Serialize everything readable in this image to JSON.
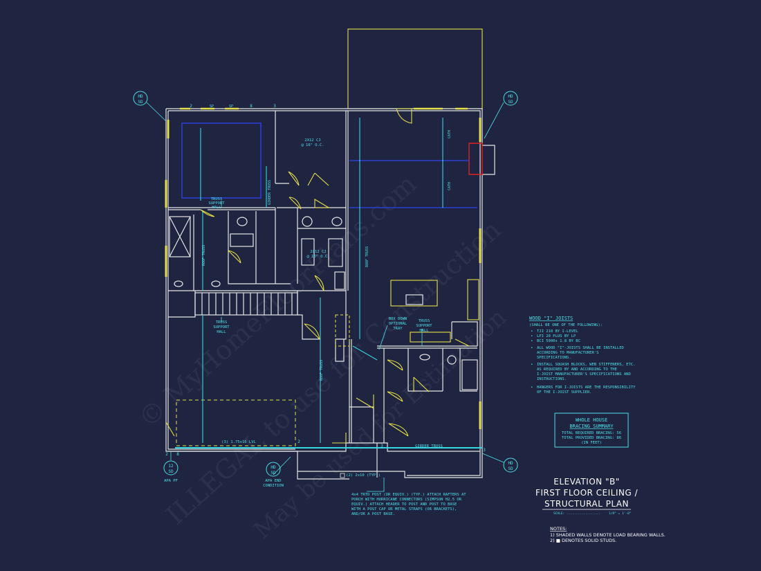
{
  "watermark": {
    "line1": "© MyHomeFloorPlans.com",
    "line2": "ILLEGAL to use for Construction",
    "line3": "May be used for Estimation"
  },
  "grid_marks": {
    "hd_sd_top_left": [
      "HD",
      "SD"
    ],
    "hd_sd_top_right": [
      "HD",
      "SD"
    ],
    "hd_sd_right": [
      "HD",
      "SD"
    ],
    "bottom_left": [
      "12",
      "SD"
    ],
    "bottom_mid": [
      "HD",
      "SD"
    ],
    "afa_pf": "APA PF",
    "afa_end_1": "APA END",
    "afa_end_2": "CONDITION",
    "n2": "2",
    "n3": "3",
    "n8": "8",
    "sp": "SP"
  },
  "plan_labels": {
    "joist_top_1": "2X12 CJ",
    "joist_top_2": "@ 16\" O.C.",
    "joist_mid_1": "2X12 CJ",
    "joist_mid_2": "@ 16\" O.C.",
    "girder_truss": "GIRDER TRUSS",
    "truss_support_hall_1": [
      "TRUSS",
      "SUPPORT",
      "HALL"
    ],
    "truss_support_hall_2": [
      "TRUSS",
      "SUPPORT",
      "HALL"
    ],
    "truss_support_hall_3": [
      "TRUSS",
      "SUPPORT",
      "HALL"
    ],
    "roof_truss": "ROOF TRUSS",
    "box_down_1": "BOX DOWN",
    "box_down_2": "OPTIONAL",
    "box_down_3": "TRAY",
    "lvl": "(3) 1.75x16 LVL",
    "girder_truss_bottom": "GIRDER TRUSS",
    "cath": "CATH",
    "post_label": "(2) 2x10 (TYP.)",
    "post_note": [
      "4x4 TRTD POST (OR EQUIV.) (TYP.) ATTACH RAFTERS AT",
      "PORCH WITH HURRICANE CONNECTORS (SIMPSON H2.5 OR",
      "EQUIV.) ATTACH HEADER TO POST AND POST TO BASE",
      "WITH A POST CAP OR METAL STRAPS (OR BRACKETS),",
      "AND/OR A POST BASE."
    ]
  },
  "wood_joists": {
    "title": "WOOD \"I\" JOISTS",
    "subtitle": "(SHALL BE ONE OF THE FOLLOWING):",
    "items": [
      "TJI 210 BY I-LEVEL",
      "LPI 20 PLUS BY LP",
      "BCI 5000s 1.8 BY BC"
    ],
    "notes": [
      [
        "ALL WOOD \"I\"-JOISTS SHALL BE INSTALLED",
        "ACCORDING TO MANUFACTURER'S",
        "SPECIFICATIONS."
      ],
      [
        "INSTALL SQUASH BLOCKS, WEB STIFFENERS, ETC.",
        "AS REQUIRED BY AND ACCORDING TO THE",
        "I-JOIST MANUFACTURER'S SPECIFICATIONS AND",
        "INSTRUCTIONS."
      ],
      [
        "HANGERS FOR I-JOISTS ARE THE RESPONSIBILITY",
        "OF THE I-JOIST SUPPLIER."
      ]
    ]
  },
  "bracing": {
    "title1": "WHOLE HOUSE",
    "title2": "BRACING SUMMARY",
    "line1": "TOTAL REQUIRED BRACING: 56",
    "line2": "TOTAL PROVIDED BRACING: 86",
    "line3": "(IN FEET)"
  },
  "title_block": {
    "line1": "ELEVATION \"B\"",
    "line2": "FIRST FLOOR CEILING /",
    "line3": "STRUCTURAL PLAN",
    "scale_label": "SCALE: ..................",
    "scale_value": "1/8\" = 1'-0\""
  },
  "notes": {
    "heading": "NOTES:",
    "items": [
      "1) SHADED WALLS DENOTE LOAD BEARING WALLS.",
      "2) ■ DENOTES SOLID STUDS."
    ]
  },
  "colors": {
    "background": "#1f2440",
    "cyan": "#4ee0e8",
    "yellow": "#e6e04a",
    "blue": "#2a3fd0",
    "red": "#e02020"
  }
}
